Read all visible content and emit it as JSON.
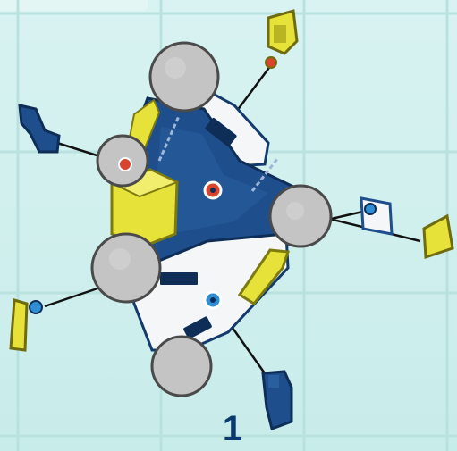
{
  "diagram": {
    "step_number": "1",
    "colors": {
      "background": "#cdeeed",
      "grid": "#b9e2df",
      "body_blue": "#1e4f8c",
      "body_blue_dark": "#123a6c",
      "panel_white": "#f4f6f7",
      "accent_yellow": "#e7e23a",
      "wheel_gray": "#c4c4c4",
      "marker_red": "#d9452c",
      "marker_blue": "#2f8fd6"
    },
    "icons": {
      "wheel": "round-gray-wheel",
      "connector": "l-bracket-connector",
      "clip": "flat-clip",
      "pin": "peg-pin"
    }
  }
}
